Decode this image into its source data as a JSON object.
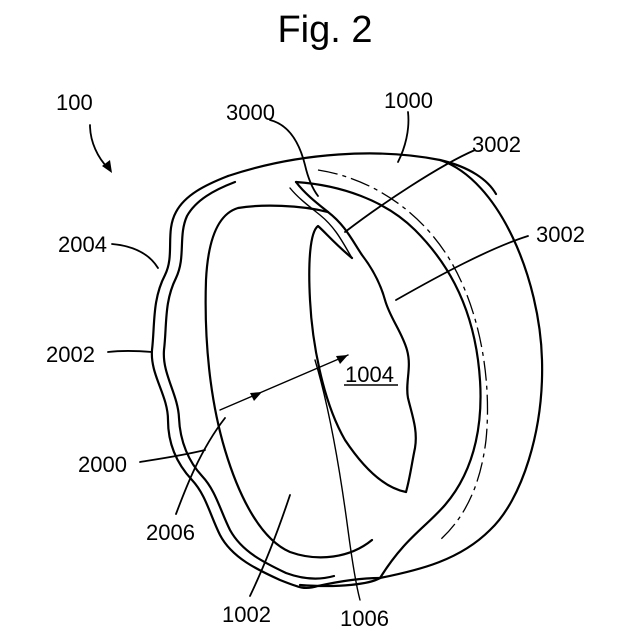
{
  "figure": {
    "title": "Fig. 2",
    "labels": {
      "l100": "100",
      "l1000": "1000",
      "l3000": "3000",
      "l3002a": "3002",
      "l3002b": "3002",
      "l2004": "2004",
      "l2002": "2002",
      "l1004": "1004",
      "l2000": "2000",
      "l2006": "2006",
      "l1002": "1002",
      "l1006": "1006"
    }
  }
}
